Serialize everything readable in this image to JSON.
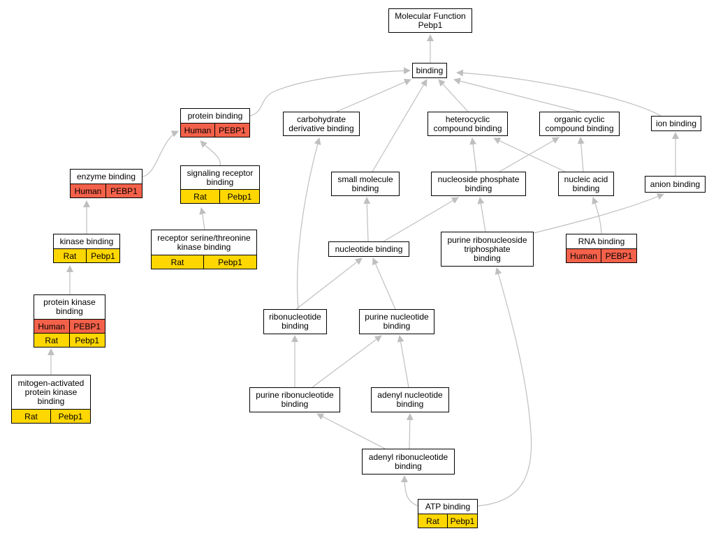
{
  "colors": {
    "human": "#f4614a",
    "rat": "#ffd700",
    "edge": "#bfbfbf"
  },
  "nodes": {
    "molecular_function": {
      "label": "Molecular Function\nPebp1"
    },
    "binding": {
      "label": "binding"
    },
    "protein_binding": {
      "label": "protein binding",
      "rows": [
        [
          "Human",
          "PEBP1"
        ]
      ]
    },
    "carbohydrate_derivative_binding": {
      "label": "carbohydrate\nderivative binding"
    },
    "heterocyclic_compound_binding": {
      "label": "heterocyclic\ncompound binding"
    },
    "organic_cyclic_compound_binding": {
      "label": "organic cyclic\ncompound binding"
    },
    "ion_binding": {
      "label": "ion binding"
    },
    "enzyme_binding": {
      "label": "enzyme binding",
      "rows": [
        [
          "Human",
          "PEBP1"
        ]
      ]
    },
    "signaling_receptor_binding": {
      "label": "signaling receptor\nbinding",
      "rows": [
        [
          "Rat",
          "Pebp1"
        ]
      ]
    },
    "small_molecule_binding": {
      "label": "small molecule\nbinding"
    },
    "nucleoside_phosphate_binding": {
      "label": "nucleoside phosphate\nbinding"
    },
    "nucleic_acid_binding": {
      "label": "nucleic acid\nbinding"
    },
    "anion_binding": {
      "label": "anion binding"
    },
    "kinase_binding": {
      "label": "kinase binding",
      "rows": [
        [
          "Rat",
          "Pebp1"
        ]
      ]
    },
    "receptor_ser_thr_kinase_binding": {
      "label": "receptor serine/threonine\nkinase binding",
      "rows": [
        [
          "Rat",
          "Pebp1"
        ]
      ]
    },
    "nucleotide_binding": {
      "label": "nucleotide binding"
    },
    "purine_ribonucleoside_triphosphate_binding": {
      "label": "purine ribonucleoside\ntriphosphate\nbinding"
    },
    "rna_binding": {
      "label": "RNA binding",
      "rows": [
        [
          "Human",
          "PEBP1"
        ]
      ]
    },
    "protein_kinase_binding": {
      "label": "protein kinase\nbinding",
      "rows": [
        [
          "Human",
          "PEBP1"
        ],
        [
          "Rat",
          "Pebp1"
        ]
      ]
    },
    "ribonucleotide_binding": {
      "label": "ribonucleotide\nbinding"
    },
    "purine_nucleotide_binding": {
      "label": "purine nucleotide\nbinding"
    },
    "mapk_binding": {
      "label": "mitogen-activated\nprotein kinase\nbinding",
      "rows": [
        [
          "Rat",
          "Pebp1"
        ]
      ]
    },
    "purine_ribonucleotide_binding": {
      "label": "purine ribonucleotide\nbinding"
    },
    "adenyl_nucleotide_binding": {
      "label": "adenyl nucleotide\nbinding"
    },
    "adenyl_ribonucleotide_binding": {
      "label": "adenyl ribonucleotide\nbinding"
    },
    "atp_binding": {
      "label": "ATP binding",
      "rows": [
        [
          "Rat",
          "Pebp1"
        ]
      ]
    }
  }
}
